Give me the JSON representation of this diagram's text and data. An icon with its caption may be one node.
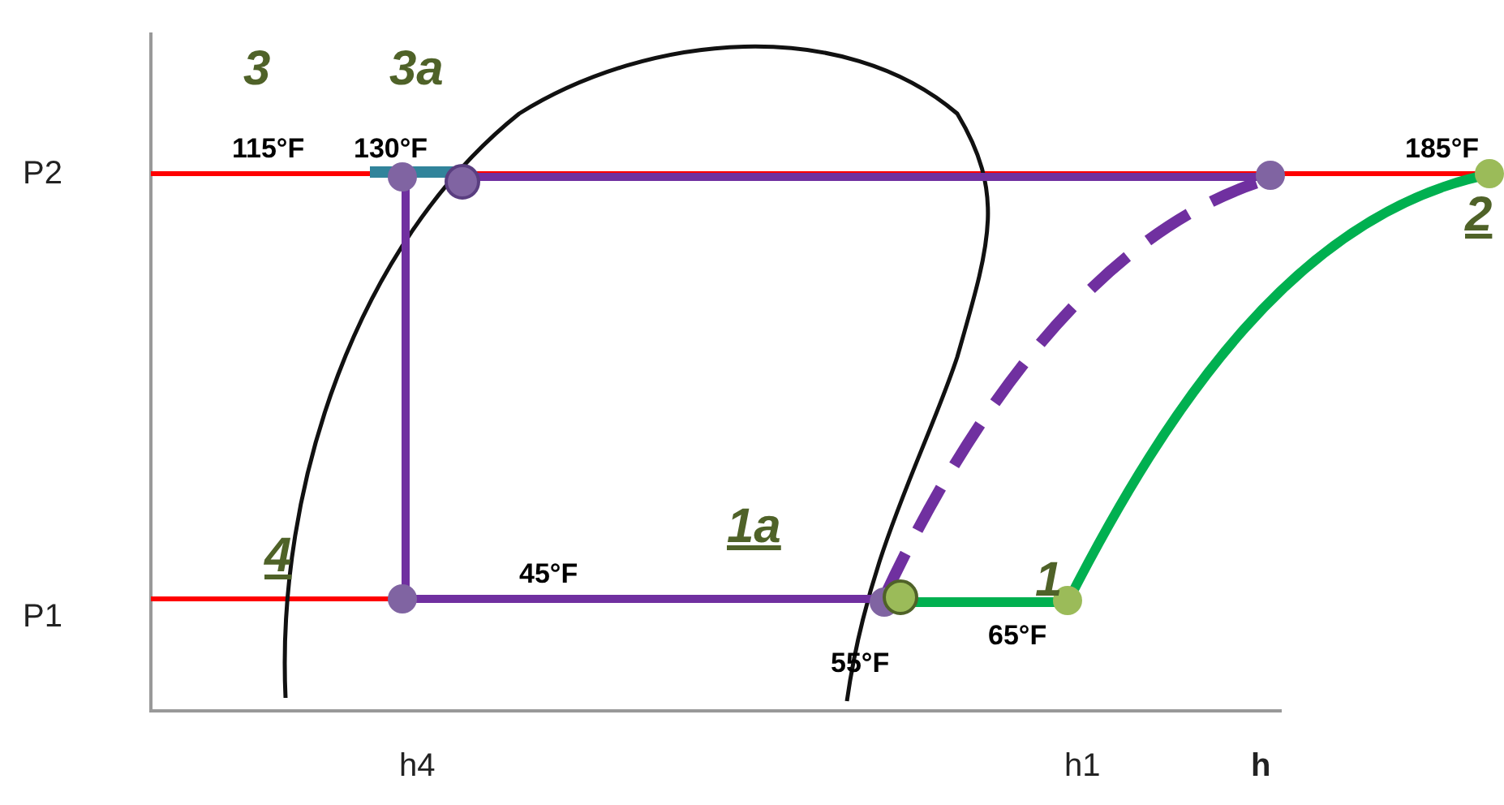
{
  "diagram": {
    "labels": [
      "3",
      "3a",
      "115°F",
      "130°F",
      "P2",
      "185°F",
      "2",
      "1a",
      "4",
      "45°F",
      "1",
      "P1",
      "55°F",
      "65°F",
      "h4",
      "h1",
      "h"
    ]
  }
}
